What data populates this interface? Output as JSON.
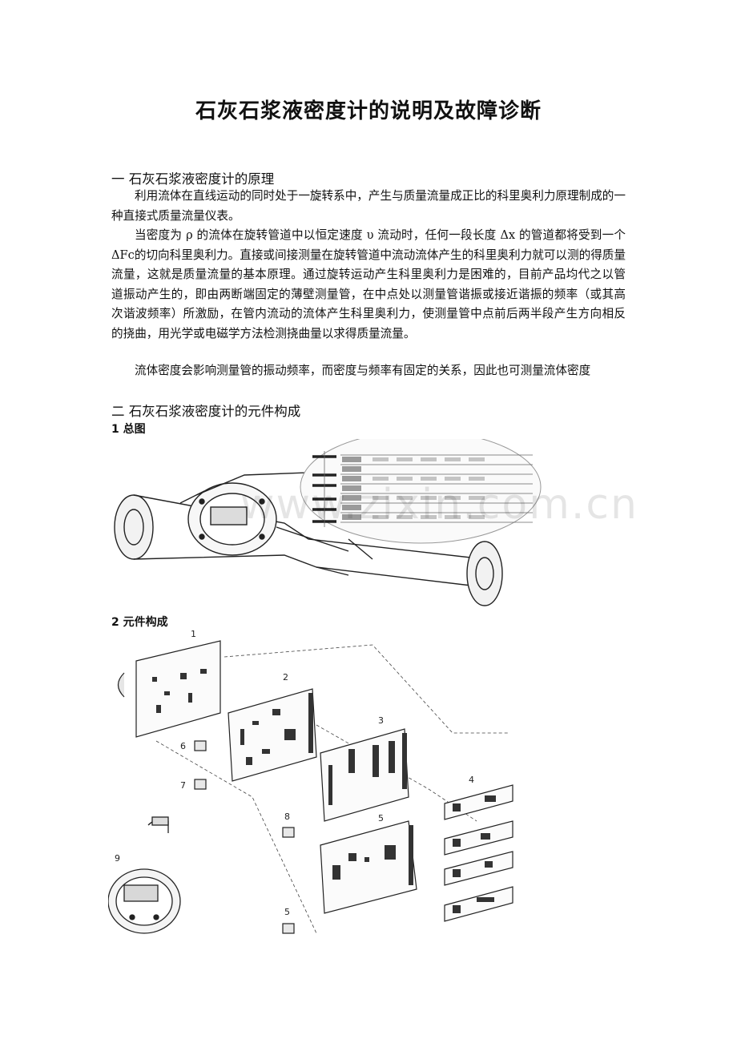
{
  "title": "石灰石浆液密度计的说明及故障诊断",
  "section1": {
    "heading": "一  石灰石浆液密度计的原理",
    "p1": "利用流体在直线运动的同时处于一旋转系中，产生与质量流量成正比的科里奥利力原理制成的一种直接式质量流量仪表。",
    "p2": "当密度为 ρ 的流体在旋转管道中以恒定速度 υ 流动时，任何一段长度 Δx 的管道都将受到一个 ΔFc的切向科里奥利力。直接或间接测量在旋转管道中流动流体产生的科里奥利力就可以测的得质量流量，这就是质量流量的基本原理。通过旋转运动产生科里奥利力是困难的，目前产品均代之以管道振动产生的，即由两断端固定的薄壁测量管，在中点处以测量管谐振或接近谐振的频率（或其高次谐波频率）所激励，在管内流动的流体产生科里奥利力，使测量管中点前后两半段产生方向相反的挠曲，用光学或电磁学方法检测挠曲量以求得质量流量。",
    "p3": "流体密度会影响测量管的振动频率，而密度与频率有固定的关系，因此也可测量流体密度"
  },
  "section2": {
    "heading": "二  石灰石浆液密度计的元件构成",
    "sub1": "1  总图",
    "sub2": "2 元件构成"
  },
  "figure2_labels": [
    "1",
    "2",
    "3",
    "4",
    "5",
    "6",
    "7",
    "8",
    "9",
    "5"
  ],
  "watermark": "www.zixin.com.cn",
  "colors": {
    "line": "#222222",
    "grey": "#9a9a9a",
    "light": "#e6e6e6"
  }
}
